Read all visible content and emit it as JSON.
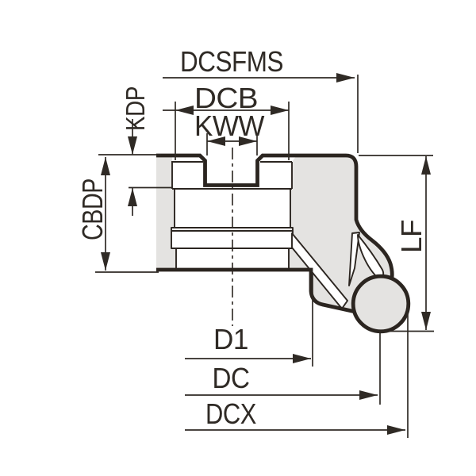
{
  "drawing": {
    "kind": "tool-dimension-cross-section",
    "labels": {
      "dcsfms": "DCSFMS",
      "dcb": "DCB",
      "kww": "KWW",
      "kdp": "KDP",
      "cbdp": "CBDP",
      "lf": "LF",
      "d1": "D1",
      "dc": "DC",
      "dcx": "DCX"
    },
    "colors": {
      "line": "#2b2520",
      "dimension_line": "#2f2a25",
      "body_fill": "#e4e3e1",
      "background": "#ffffff"
    }
  }
}
